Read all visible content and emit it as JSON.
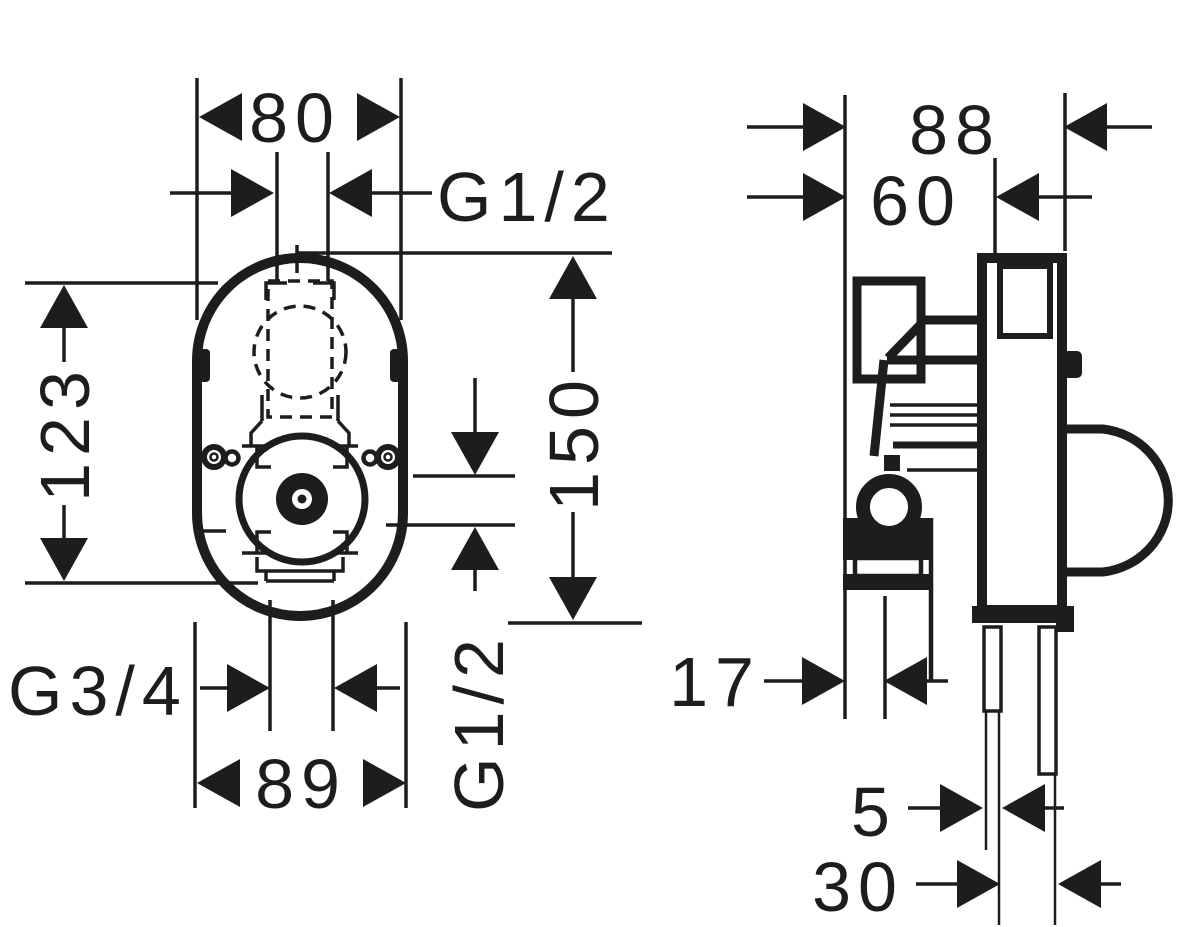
{
  "front_view": {
    "top_width": "80",
    "top_thread": "G1/2",
    "left_height": "123",
    "right_height": "150",
    "side_thread": "G1/2",
    "bottom_thread": "G3/4",
    "bottom_width": "89"
  },
  "side_view": {
    "total_depth": "88",
    "recess_depth": "60",
    "body_offset": "17",
    "pipe_offset": "5",
    "pipe_spacing": "30"
  },
  "colors": {
    "line": "#1d1d1b",
    "background": "#ffffff"
  }
}
